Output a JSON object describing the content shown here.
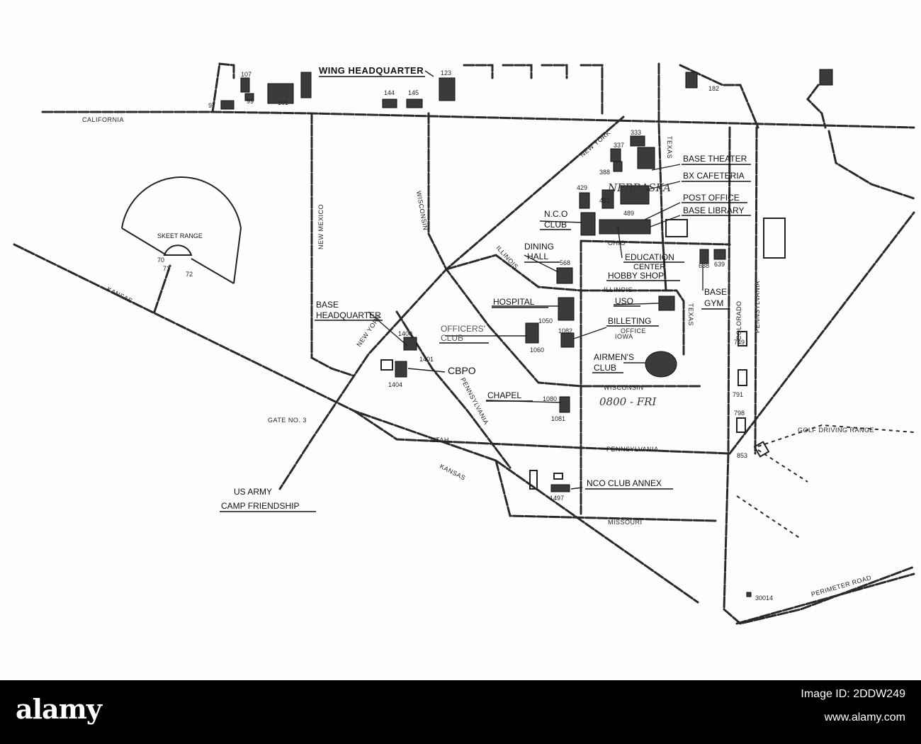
{
  "streets": {
    "california": "CALIFORNIA",
    "kansas_w": "KANSAS",
    "kansas_s": "KANSAS",
    "new_mexico": "NEW MEXICO",
    "wisconsin_n": "WISCONSIN",
    "wisconsin_s": "WISCONSIN",
    "new_york_n": "NEW YORK",
    "new_york_s": "NEW YORK",
    "illinois_w": "ILLINOIS",
    "illinois_e": "ILLINOIS",
    "ohio": "OHIO",
    "iowa": "IOWA",
    "texas_n": "TEXAS",
    "texas_s": "TEXAS",
    "nebraska": "NEBRASKA",
    "colorado": "COLORADO",
    "pennsylvania_e": "PENNSYLVANIA",
    "pennsylvania_s": "PENNSYLVANIA",
    "pennsylvania_w": "PENNSYLVANIA",
    "utah": "UTAH",
    "missouri": "MISSOURI",
    "perimeter": "PERIMETER ROAD"
  },
  "labels": {
    "wing_hq": "WING HEADQUARTER",
    "skeet": "SKEET RANGE",
    "base_theater": "BASE THEATER",
    "bx_cafeteria": "BX CAFETERIA",
    "post_office": "POST OFFICE",
    "base_library": "BASE LIBRARY",
    "nco_club_1": "N.C.O",
    "nco_club_2": "CLUB",
    "dining_1": "DINING",
    "dining_2": "HALL",
    "education": "EDUCATION",
    "center": "CENTER",
    "hobby": "HOBBY SHOP",
    "base_gym_1": "BASE",
    "base_gym_2": "GYM",
    "hospital": "HOSPITAL",
    "uso": "USO",
    "billeting": "BILLETING",
    "office": "OFFICE",
    "base_hq_1": "BASE",
    "base_hq_2": "HEADQUARTER",
    "officers_1": "OFFICERS'",
    "officers_2": "CLUB",
    "airmens_1": "AIRMEN'S",
    "airmens_2": "CLUB",
    "cbpo": "CBPO",
    "chapel": "CHAPEL",
    "gate": "GATE NO. 3",
    "golf": "GOLF DRIVING RANGE",
    "nco_annex": "NCO CLUB ANNEX",
    "army_1": "US ARMY",
    "army_2": "CAMP FRIENDSHIP",
    "handwritten": "0800 - FRI"
  },
  "bldg_numbers": {
    "b107": "107",
    "b99": "99",
    "b97": "97",
    "b101": "101",
    "b123": "123",
    "b144": "144",
    "b145": "145",
    "b182": "182",
    "b333": "333",
    "b337": "337",
    "b388": "388",
    "b429": "429",
    "b481": "481",
    "b489": "489",
    "b568": "568",
    "b638": "638",
    "b639": "639",
    "b1050": "1050",
    "b1082": "1082",
    "b1060": "1060",
    "b1400": "1400",
    "b1401": "1401",
    "b1404": "1404",
    "b1080": "1080",
    "b1081": "1081",
    "b749": "749",
    "b791": "791",
    "b798": "798",
    "b853": "853",
    "b1497": "1497",
    "b30014": "30014",
    "b70": "70",
    "b71": "71",
    "b72": "72"
  },
  "watermark": {
    "logo": "alamy",
    "image_id": "Image ID: 2DDW249",
    "url": "www.alamy.com"
  }
}
